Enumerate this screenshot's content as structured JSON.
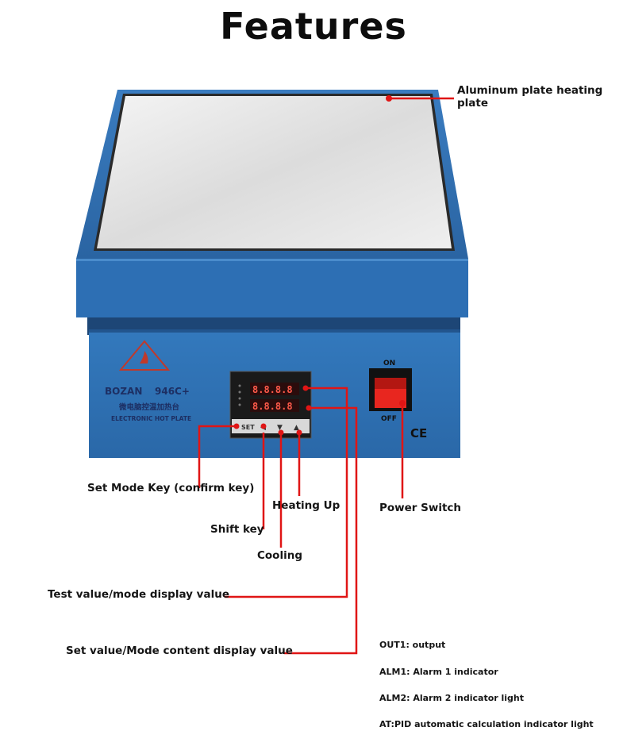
{
  "title": "Features",
  "callouts": {
    "plate": "Aluminum plate heating\nplate",
    "set_mode": "Set Mode Key (confirm key)",
    "heating": "Heating Up",
    "shift": "Shift key",
    "cooling": "Cooling",
    "power": "Power Switch",
    "test_value": "Test value/mode display value",
    "set_value": "Set value/Mode content display value"
  },
  "legend": [
    "OUT1: output",
    "ALM1: Alarm 1 indicator",
    "ALM2: Alarm 2 indicator light",
    "AT:PID automatic calculation indicator light"
  ],
  "device": {
    "brand": "BOZAN",
    "model": "946C+",
    "chinese_name": "微电脑控温加热台",
    "english_name": "ELECTRONIC HOT PLATE",
    "display_top": "8.8.8.8",
    "display_bottom": "8.8.8.8",
    "switch_on": "ON",
    "switch_off": "OFF",
    "ce_mark": "CE",
    "set_key": "SET",
    "shift_key_symbol": "◀",
    "down_key_symbol": "▼",
    "up_key_symbol": "▲"
  },
  "colors": {
    "body_blue": "#2a67a6",
    "plate_silver": "#e6e6e6",
    "callout_red": "#e01515"
  }
}
